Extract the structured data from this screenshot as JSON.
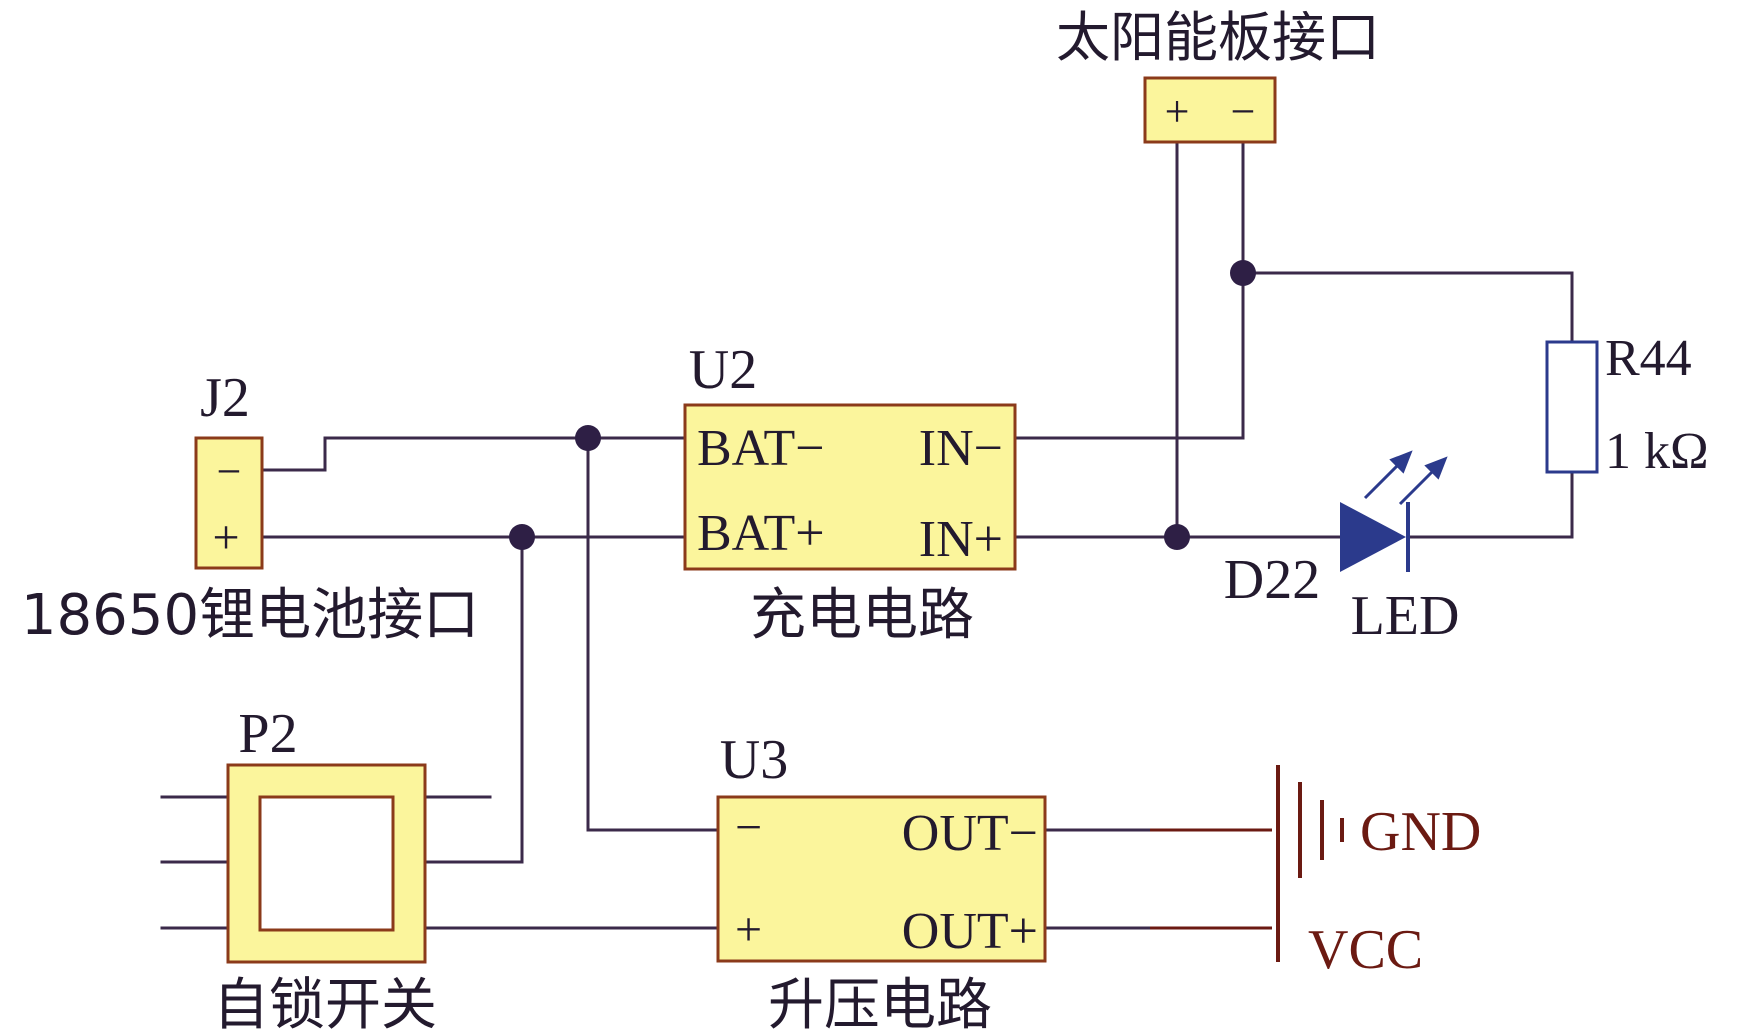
{
  "solar": {
    "title": "太阳能板接口",
    "plus": "+",
    "minus": "−"
  },
  "j2": {
    "ref": "J2",
    "minus": "−",
    "plus": "+",
    "caption": "18650锂电池接口"
  },
  "u2": {
    "ref": "U2",
    "bat_minus": "BAT−",
    "in_minus": "IN−",
    "bat_plus": "BAT+",
    "in_plus": "IN+",
    "caption": "充电电路"
  },
  "u3": {
    "ref": "U3",
    "minus": "−",
    "out_minus": "OUT−",
    "plus": "+",
    "out_plus": "OUT+",
    "caption": "升压电路"
  },
  "p2": {
    "ref": "P2",
    "caption": "自锁开关"
  },
  "r44": {
    "ref": "R44",
    "value": "1 kΩ"
  },
  "d22": {
    "ref": "D22",
    "type": "LED"
  },
  "power": {
    "gnd": "GND",
    "vcc": "VCC"
  },
  "colors": {
    "wire": "#3b2a4a",
    "box_fill": "#fbf59c",
    "box_stroke": "#8b3a1a",
    "led": "#2b3a8c",
    "power_label": "#6b1a12"
  }
}
